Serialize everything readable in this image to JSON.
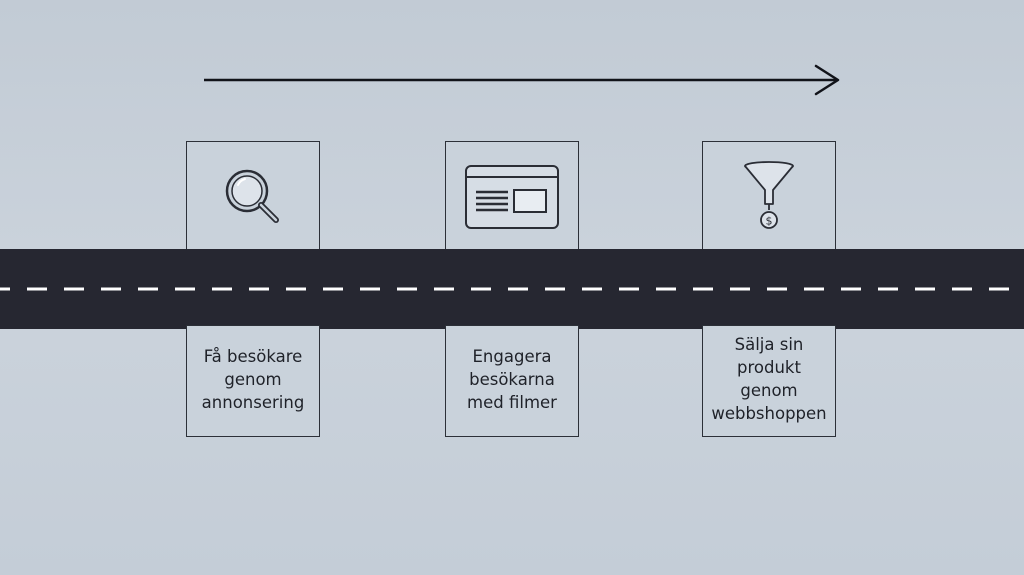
{
  "steps": [
    {
      "icon": "magnifier-icon",
      "label": "Få besökare\ngenom\nannonsering"
    },
    {
      "icon": "browser-window-icon",
      "label": "Engagera\nbesökarna\nmed filmer"
    },
    {
      "icon": "funnel-dollar-icon",
      "label": "Sälja sin\nprodukt genom\nwebbshoppen"
    }
  ],
  "colors": {
    "background": "#c6cfd9",
    "road": "#262731",
    "road_marking": "#ffffff",
    "ink": "#1f2229"
  }
}
